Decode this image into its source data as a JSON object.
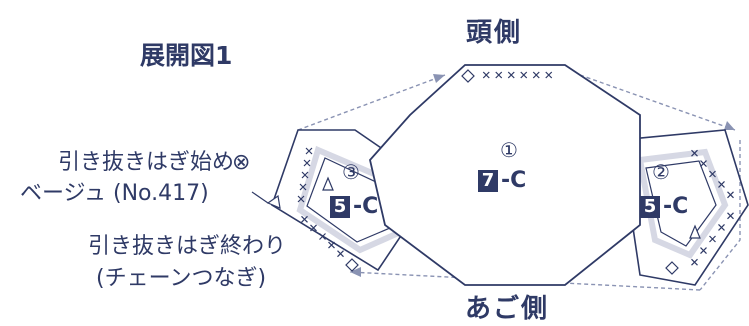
{
  "title": "展開図1",
  "head_side": "頭側",
  "chin_side": "あご側",
  "start_note": {
    "line1": "引き抜きはぎ始め",
    "line2": "ベージュ (No.417)",
    "mark": "⊗"
  },
  "end_note": {
    "line1": "引き抜きはぎ終わり",
    "line2": "(チェーンつなぎ)"
  },
  "pieces": [
    {
      "number": "①",
      "box": "7",
      "suffix": "-C"
    },
    {
      "number": "②",
      "box": "5",
      "suffix": "-C"
    },
    {
      "number": "③",
      "box": "5",
      "suffix": "-C"
    }
  ],
  "colors": {
    "ink": "#2f3a66",
    "arrow": "#8a93b3",
    "band": "#e6e7ef"
  }
}
